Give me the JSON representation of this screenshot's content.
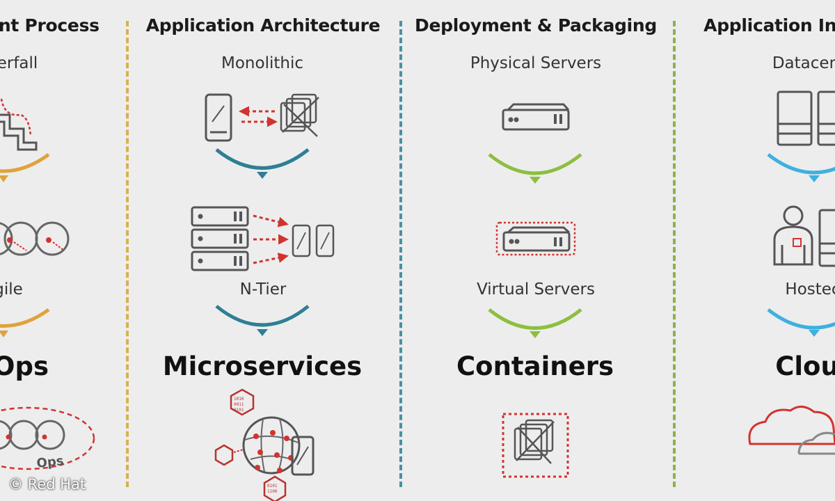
{
  "columns": [
    {
      "header": "ent Process",
      "items": [
        "erfall",
        "gile"
      ],
      "result": "Ops",
      "result_sub": "Ops"
    },
    {
      "header": "Application Architecture",
      "items": [
        "Monolithic",
        "N-Tier"
      ],
      "result": "Microservices"
    },
    {
      "header": "Deployment & Packaging",
      "items": [
        "Physical Servers",
        "Virtual Servers"
      ],
      "result": "Containers"
    },
    {
      "header": "Application Infr",
      "items": [
        "Datacen",
        "Hostec"
      ],
      "result": "Clou"
    }
  ],
  "colors": {
    "divider_1": "#d7b14e",
    "divider_2": "#4b8fa1",
    "divider_3": "#8bb24a",
    "arc_process": "#e0a23a",
    "arc_architecture": "#2f7f93",
    "arc_deployment": "#8cbf3f",
    "arc_infrastructure": "#3fb0df",
    "accent_red": "#d2332f",
    "icon_gray": "#555555"
  },
  "credit": "© Red Hat"
}
